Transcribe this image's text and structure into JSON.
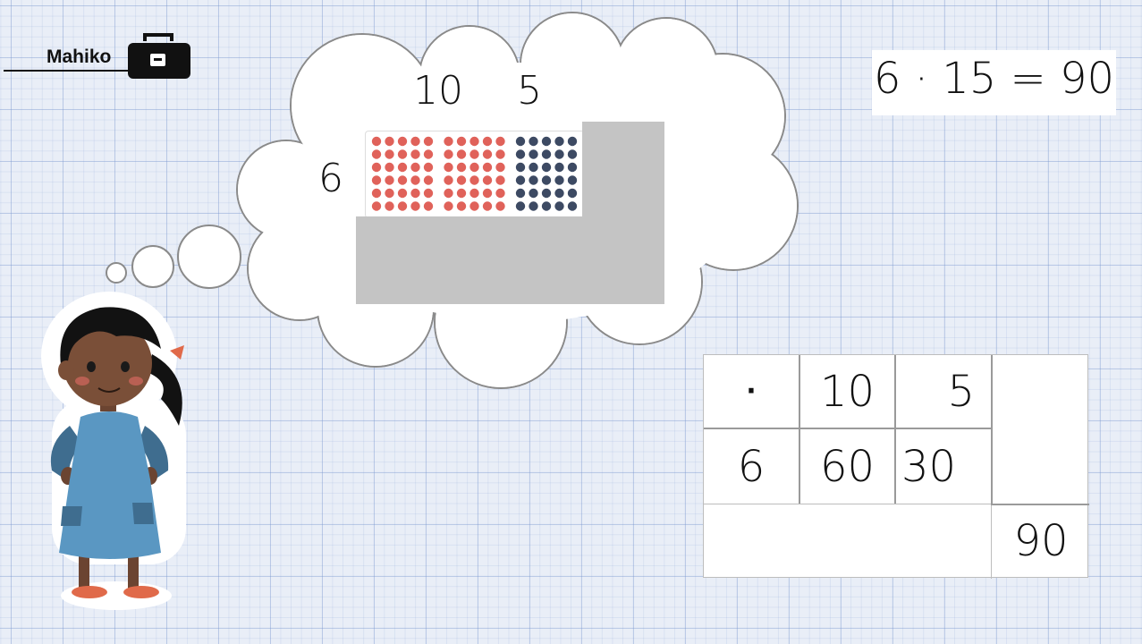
{
  "header": {
    "brand": "Mahiko",
    "brand_icon": "toolbox-icon"
  },
  "equation": {
    "text": "6 · 15 = 90"
  },
  "thought_bubble": {
    "labels": {
      "top_left": "10",
      "top_right": "5",
      "left": "6"
    },
    "dot_array": {
      "rows": 6,
      "groups": [
        {
          "columns": 5,
          "color": "#e0625a"
        },
        {
          "columns": 5,
          "color": "#e0625a"
        },
        {
          "columns": 5,
          "color": "#3d4a63"
        }
      ]
    },
    "cover_color": "#c4c4c4"
  },
  "table": {
    "header_row": [
      "·",
      "10",
      "5"
    ],
    "row": [
      "6",
      "60",
      "30"
    ],
    "result": "90"
  },
  "colors": {
    "paper": "#e9eef7",
    "grid": "#7896cd",
    "dot_red": "#e0625a",
    "dot_navy": "#3d4a63",
    "dress": "#5a97c2"
  }
}
